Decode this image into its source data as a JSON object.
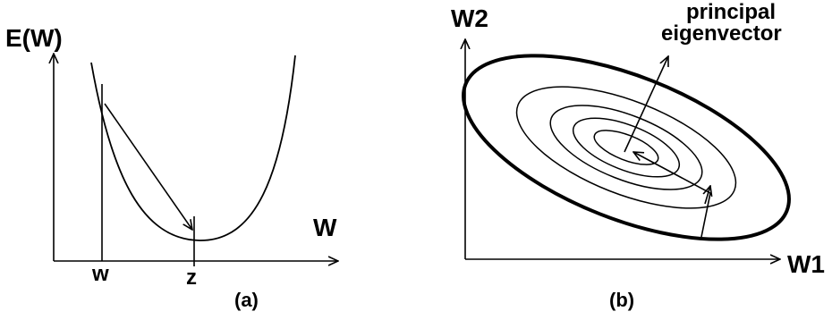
{
  "panel_a": {
    "y_axis_label": "E(W)",
    "x_axis_label": "W",
    "tick_w": "w",
    "tick_z": "z",
    "caption": "(a)"
  },
  "panel_b": {
    "y_axis_label": "W2",
    "x_axis_label": "W1",
    "annotation_line1": "principal",
    "annotation_line2": "eigenvector",
    "caption": "(b)"
  },
  "colors": {
    "ink": "#000000",
    "background": "#ffffff"
  }
}
